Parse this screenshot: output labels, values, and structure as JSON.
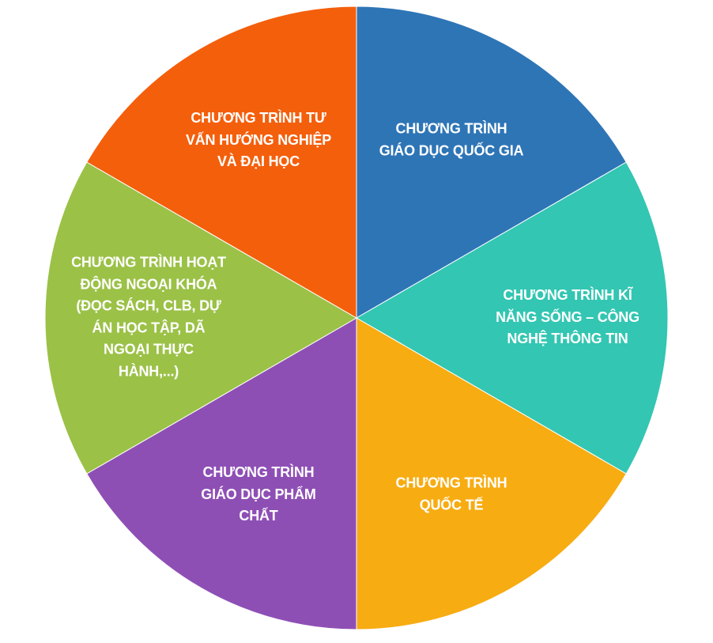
{
  "chart_data": {
    "type": "pie",
    "title": "",
    "slices": [
      {
        "label": "CHƯƠNG TRÌNH\nGIÁO DỤC QUỐC GIA",
        "value": 1,
        "color": "#2E75B6"
      },
      {
        "label": "CHƯƠNG TRÌNH KĨ\nNĂNG SỐNG – CÔNG\nNGHỆ THÔNG TIN",
        "value": 1,
        "color": "#33C6B2"
      },
      {
        "label": "CHƯƠNG TRÌNH\nQUỐC TẾ",
        "value": 1,
        "color": "#F7AC12"
      },
      {
        "label": "CHƯƠNG TRÌNH\nGIÁO DỤC PHẨM\nCHẤT",
        "value": 1,
        "color": "#8E4FB5"
      },
      {
        "label": "CHƯƠNG TRÌNH HOẠT\nĐỘNG NGOẠI KHÓA\n(ĐỌC SÁCH, CLB, DỰ\nÁN HỌC TẬP, DÃ\nNGOẠI THỰC\nHÀNH,...)",
        "value": 1,
        "color": "#9BC147"
      },
      {
        "label": "CHƯƠNG TRÌNH TƯ\nVẤN HƯỚNG NGHIỆP\nVÀ ĐẠI HỌC",
        "value": 1,
        "color": "#F45F0C"
      }
    ]
  }
}
